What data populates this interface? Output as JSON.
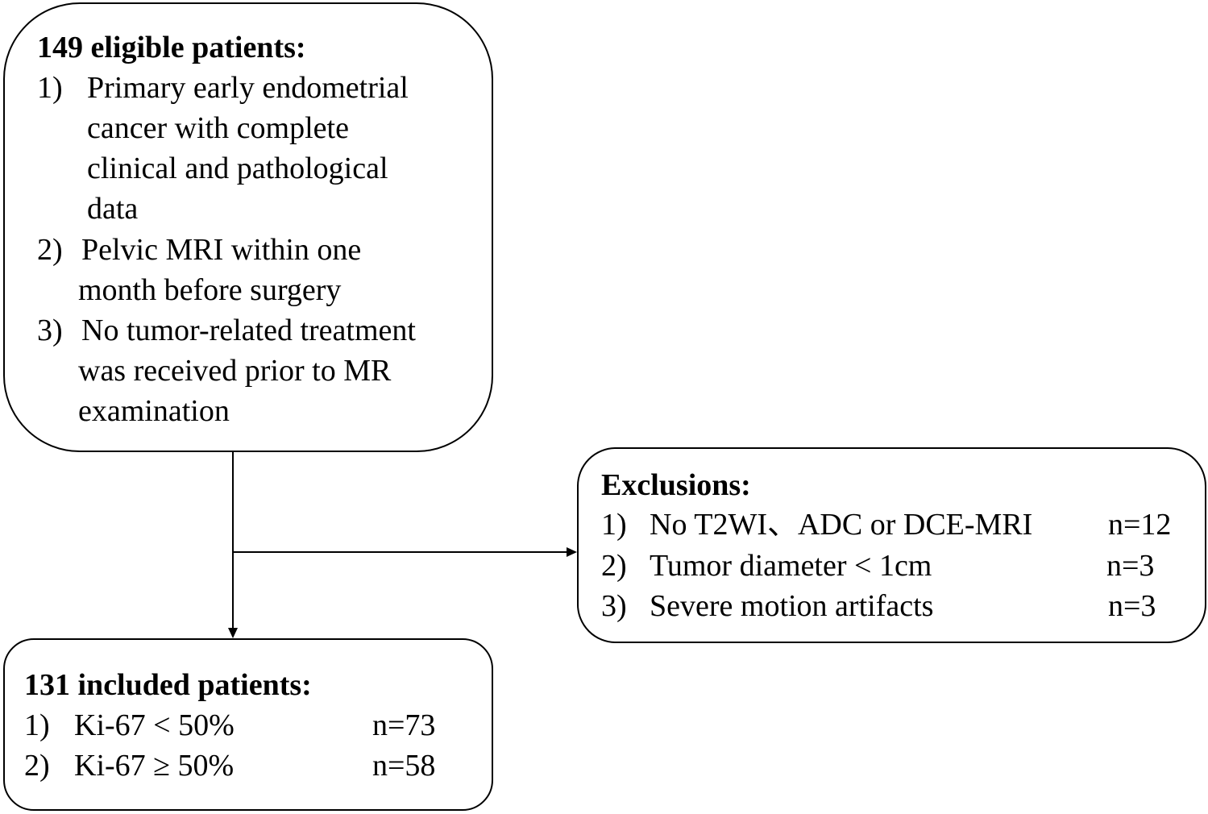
{
  "eligible": {
    "title": "149 eligible patients:",
    "items": [
      {
        "num": "1)",
        "lines": [
          "Primary early endometrial",
          "cancer with complete",
          "clinical and pathological",
          "data"
        ]
      },
      {
        "num": "2)",
        "lines": [
          "Pelvic MRI within one",
          "month before surgery"
        ]
      },
      {
        "num": "3)",
        "lines": [
          "No tumor-related treatment",
          "was received prior to MR",
          "examination"
        ]
      }
    ]
  },
  "exclusions": {
    "title": "Exclusions:",
    "items": [
      {
        "num": "1)",
        "label": "No T2WI、ADC or DCE-MRI",
        "count": "n=12"
      },
      {
        "num": "2)",
        "label": "Tumor diameter < 1cm",
        "count": "n=3"
      },
      {
        "num": "3)",
        "label": "Severe motion artifacts",
        "count": "n=3"
      }
    ]
  },
  "included": {
    "title": "131 included patients:",
    "items": [
      {
        "num": "1)",
        "label": "Ki-67 < 50%",
        "count": "n=73"
      },
      {
        "num": "2)",
        "label": "Ki-67 ≥ 50%",
        "count": "n=58"
      }
    ]
  }
}
